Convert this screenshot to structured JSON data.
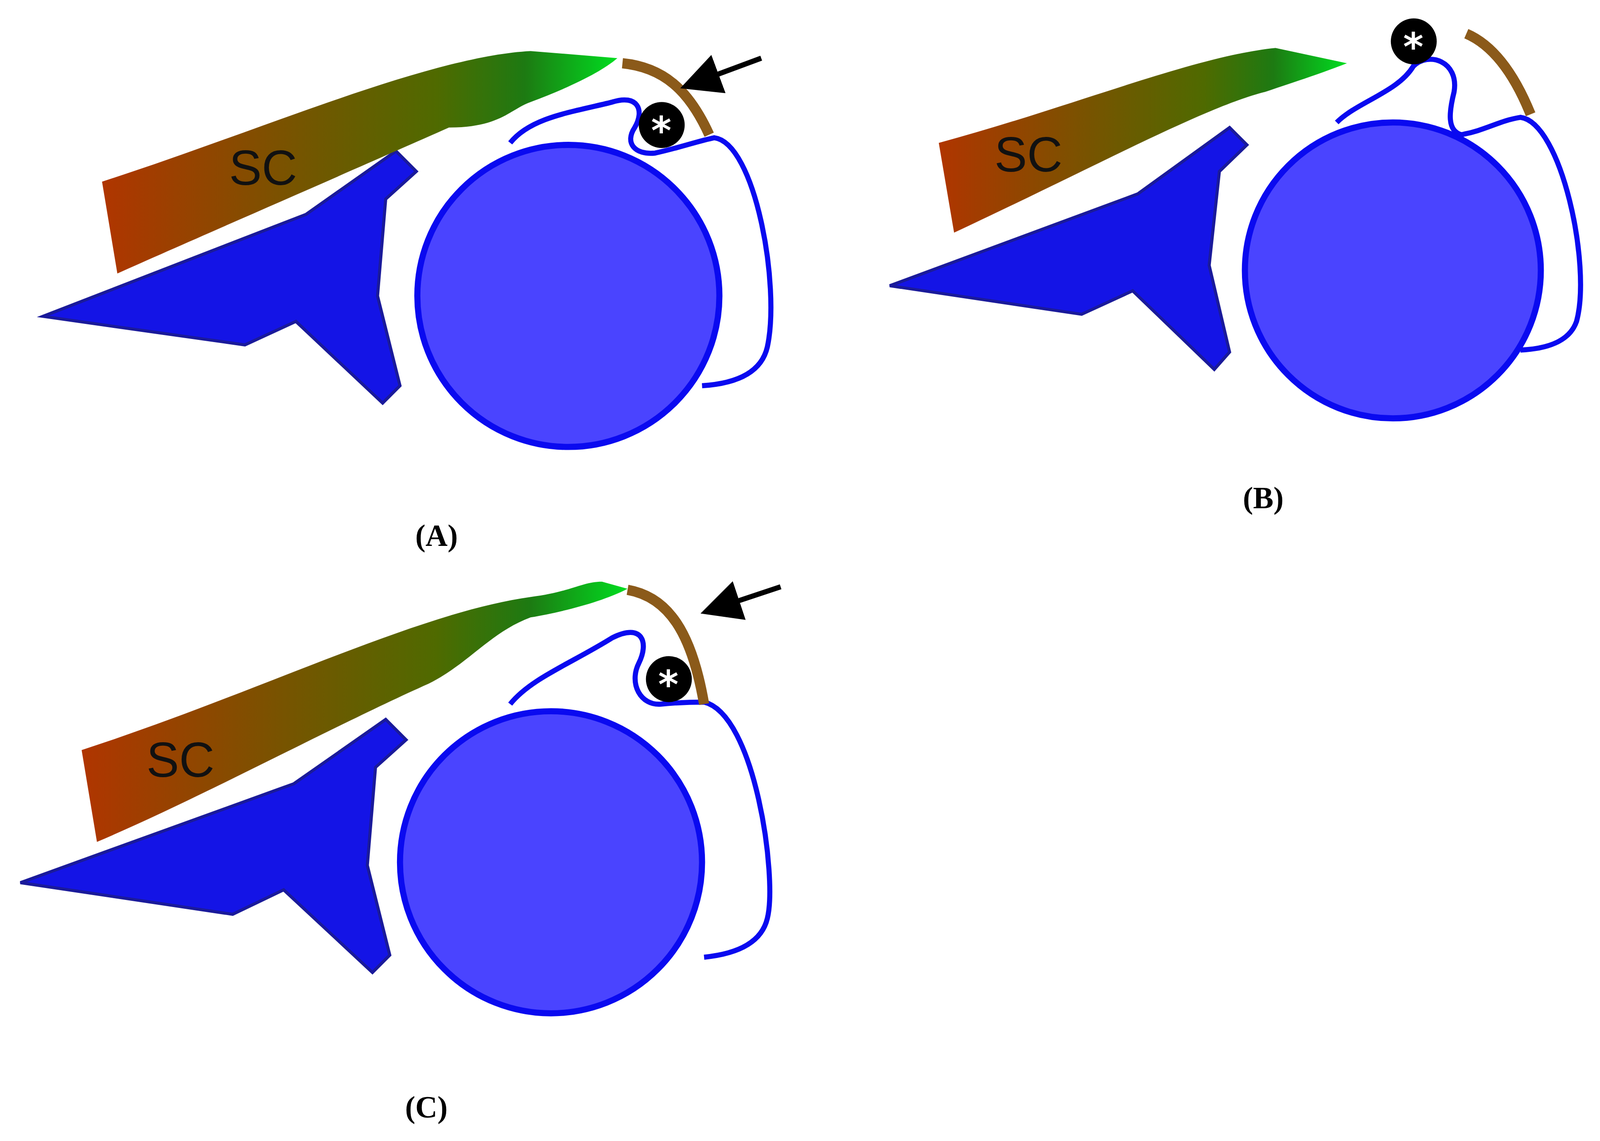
{
  "diagram": {
    "nodes": [
      {
        "text": [
          "SC"
        ]
      },
      {
        "text": [
          "*"
        ]
      },
      {
        "text": [
          "SC"
        ]
      },
      {
        "text": [
          "*"
        ]
      },
      {
        "text": [
          "SC"
        ]
      },
      {
        "text": [
          "*"
        ]
      }
    ],
    "labels": [
      "(A)",
      "(B)",
      "(C)"
    ]
  }
}
